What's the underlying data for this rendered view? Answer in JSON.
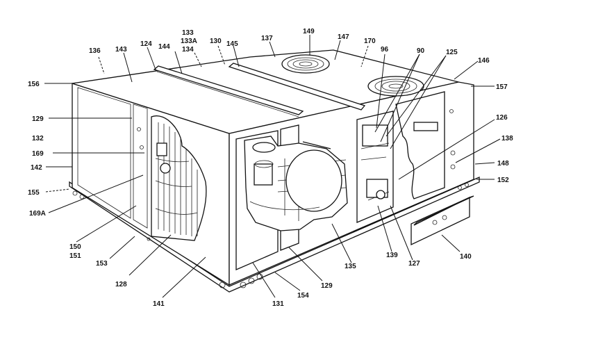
{
  "labels": {
    "l136": "136",
    "l143": "143",
    "l124": "124",
    "l144": "144",
    "l133": "133",
    "l133a": "133A",
    "l134": "134",
    "l130": "130",
    "l145": "145",
    "l137": "137",
    "l149": "149",
    "l147": "147",
    "l170": "170",
    "l96": "96",
    "l90": "90",
    "l125": "125",
    "l146": "146",
    "l157": "157",
    "l156": "156",
    "l129a": "129",
    "l132": "132",
    "l169": "169",
    "l142": "142",
    "l155": "155",
    "l169a": "169A",
    "l150": "150",
    "l151": "151",
    "l153": "153",
    "l128": "128",
    "l141": "141",
    "l131": "131",
    "l154": "154",
    "l129b": "129",
    "l135": "135",
    "l139": "139",
    "l127": "127",
    "l140": "140",
    "l126": "126",
    "l138": "138",
    "l148": "148",
    "l152": "152"
  }
}
